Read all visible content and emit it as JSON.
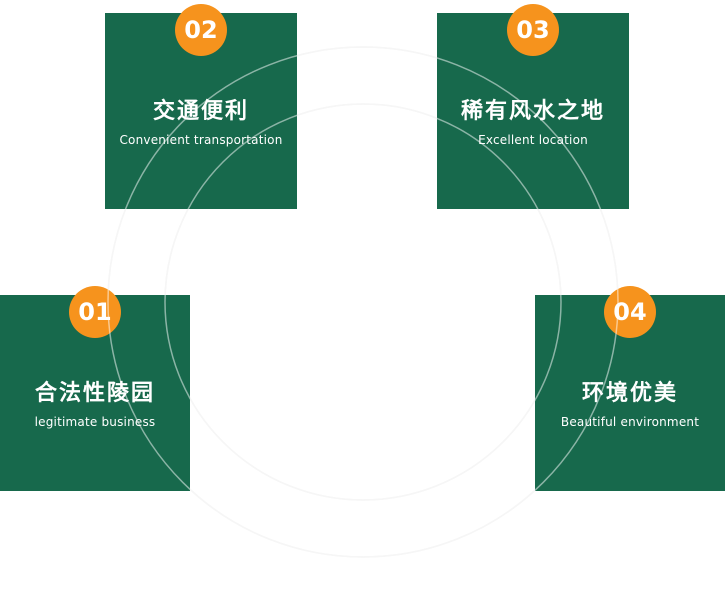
{
  "colors": {
    "card_bg": "#17694c",
    "badge_bg": "#f6931d",
    "badge_text": "#ffffff",
    "title_text": "#ffffff",
    "subtitle_text": "#ffffff",
    "arc_on_white": "#ececec",
    "arc_on_card": "rgba(255,255,255,0.5)"
  },
  "features": [
    {
      "number": "01",
      "title": "合法性陵园",
      "subtitle": "legitimate business"
    },
    {
      "number": "02",
      "title": "交通便利",
      "subtitle": "Convenient transportation"
    },
    {
      "number": "03",
      "title": "稀有风水之地",
      "subtitle": "Excellent location"
    },
    {
      "number": "04",
      "title": "环境优美",
      "subtitle": "Beautiful environment"
    }
  ]
}
